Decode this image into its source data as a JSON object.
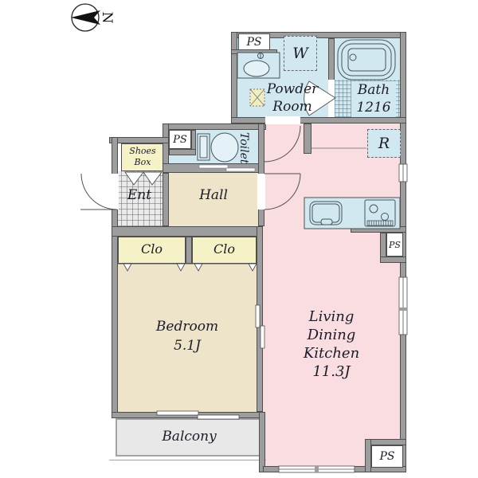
{
  "compass": {
    "north_label": "N"
  },
  "labels": {
    "ps_top": "PS",
    "ps_toilet": "PS",
    "ps_kitchen": "PS",
    "ps_bottom": "PS",
    "powder_room": [
      "Powder",
      "Room"
    ],
    "washer": "W",
    "bath": [
      "Bath",
      "1216"
    ],
    "fridge": "R",
    "toilet": "Toilet",
    "shoes_box": [
      "Shoes",
      "Box"
    ],
    "ent": "Ent",
    "hall": "Hall",
    "clo_left": "Clo",
    "clo_right": "Clo",
    "bedroom": [
      "Bedroom",
      "5.1J"
    ],
    "ldk": [
      "Living",
      "Dining",
      "Kitchen",
      "11.3J"
    ],
    "balcony": "Balcony"
  },
  "icons": [
    "compass-icon",
    "bathtub-icon",
    "toilet-icon",
    "sink-icon",
    "kitchen-sink-icon",
    "stove-icon",
    "door-arc-icon",
    "window-icon"
  ],
  "colors": {
    "wall": "#9d9d9d",
    "wall-edge": "#4f4f4f",
    "water": "#d2e8f0",
    "pink": "#fadde1",
    "beige": "#ede4c9",
    "yellow": "#f6f2c8",
    "balcony": "#e8e8e8",
    "tile": "#eaeaea",
    "ink": "#1c1c28"
  }
}
